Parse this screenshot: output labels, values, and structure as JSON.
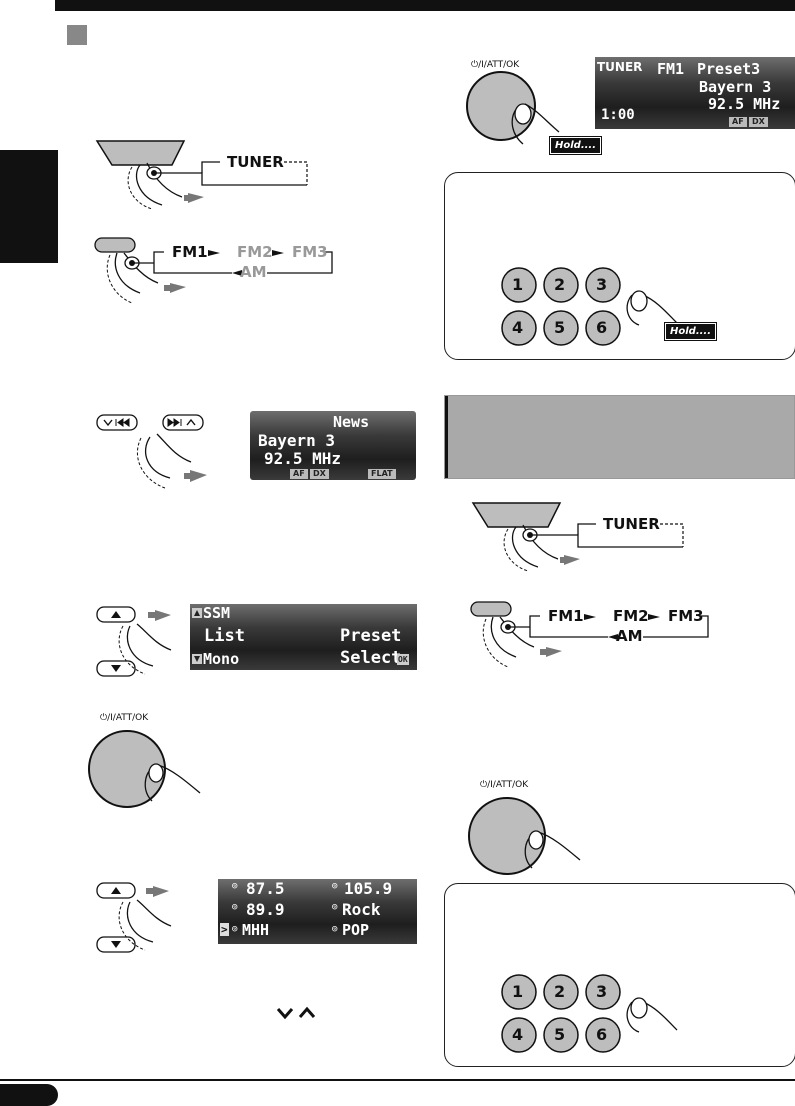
{
  "flow": {
    "tuner": "TUNER",
    "fm1": "FM1",
    "fm2": "FM2",
    "fm3": "FM3",
    "am": "AM"
  },
  "knob_label": "⏻/I/ATT/OK",
  "hold": "Hold....",
  "lcd_preset": {
    "source": "TUNER",
    "band": "FM1",
    "preset": "Preset3",
    "station": "Bayern 3",
    "freq": "92.5 MHz",
    "clock": "1:00",
    "flag_af": "AF",
    "flag_dx": "DX"
  },
  "lcd_news": {
    "pty": "News",
    "station": "Bayern 3",
    "freq": "92.5 MHz",
    "flag_af": "AF",
    "flag_dx": "DX",
    "flag_flat": "FLAT"
  },
  "lcd_menu": {
    "item1": "SSM",
    "item2": "List",
    "item3": "Mono",
    "right1": "Preset",
    "right2": "Select",
    "ok": "OK"
  },
  "lcd_list": {
    "row1_left": "87.5",
    "row1_right": "105.9",
    "row2_left": "89.9",
    "row2_right": "Rock",
    "row3_left": "MHH",
    "row3_right": "POP"
  },
  "keypad": [
    "1",
    "2",
    "3",
    "4",
    "5",
    "6"
  ],
  "chevrons": "⌄ ⌃"
}
